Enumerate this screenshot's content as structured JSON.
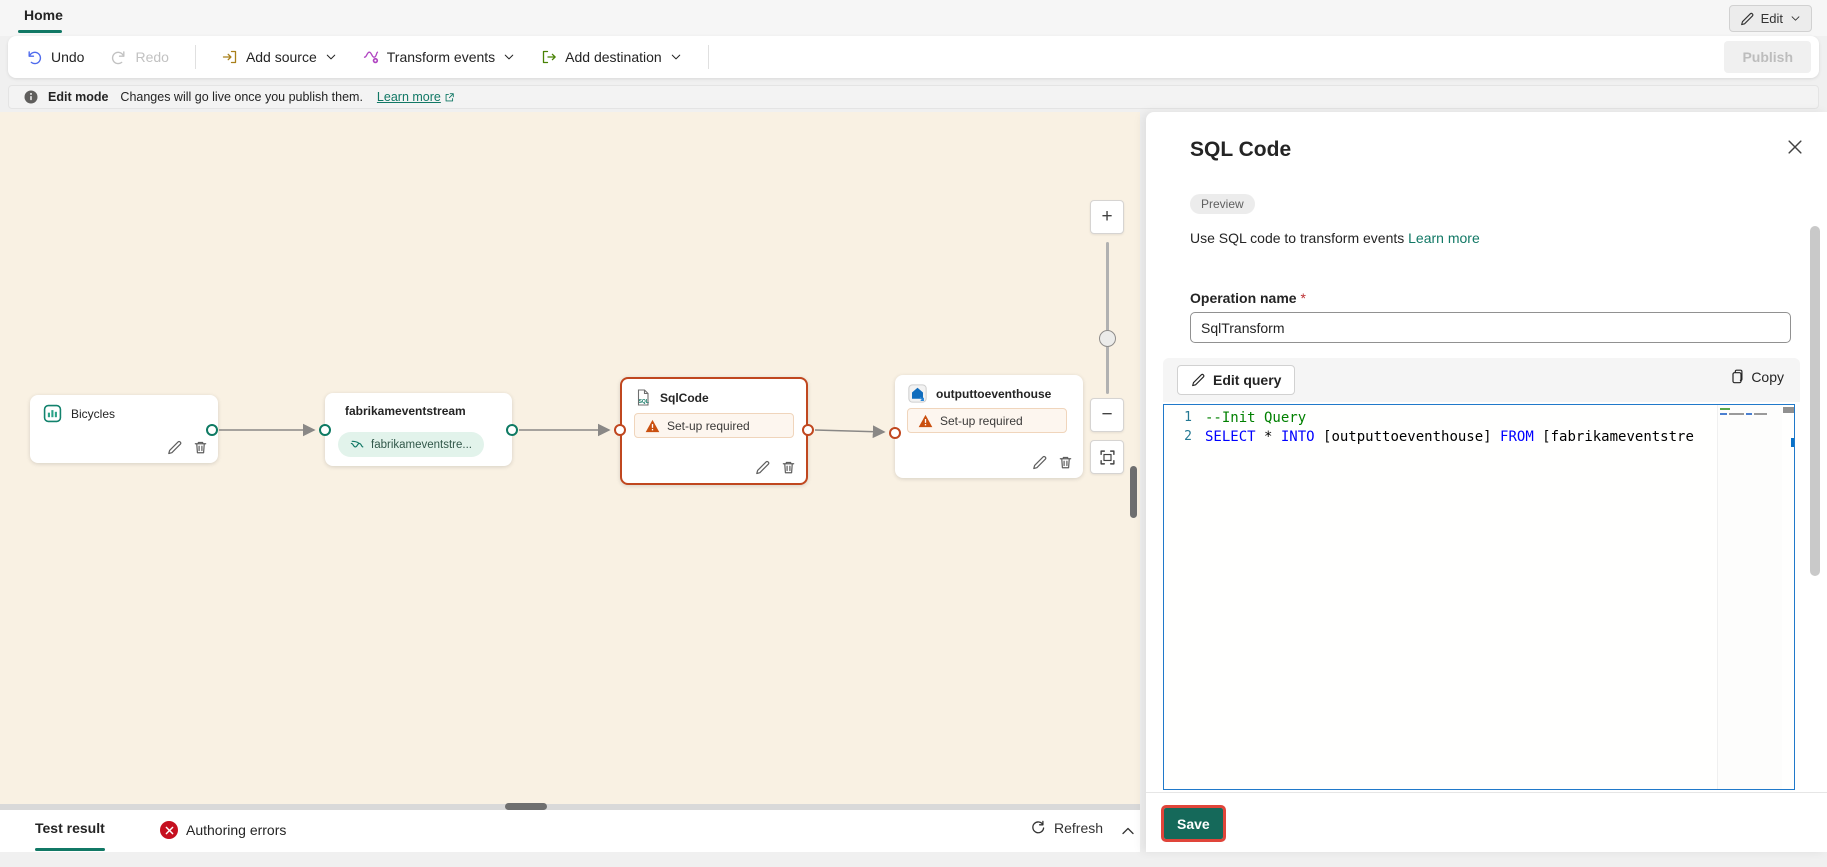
{
  "tabs": {
    "home": "Home"
  },
  "top_right": {
    "edit_label": "Edit"
  },
  "toolbar": {
    "undo": "Undo",
    "redo": "Redo",
    "add_source": "Add source",
    "transform_events": "Transform events",
    "add_destination": "Add destination",
    "publish": "Publish"
  },
  "info_bar": {
    "title": "Edit mode",
    "message": "Changes will go live once you publish them.",
    "learn_more": "Learn more"
  },
  "canvas": {
    "nodes": [
      {
        "name": "Bicycles"
      },
      {
        "name": "fabrikameventstream",
        "pill_label": "fabrikameventstre..."
      },
      {
        "name": "SqlCode",
        "warning": "Set-up required"
      },
      {
        "name": "outputtoeventhouse",
        "warning": "Set-up required"
      }
    ],
    "zoom": {
      "zoom_in": "+",
      "zoom_out": "−"
    }
  },
  "bottom_bar": {
    "test_result": "Test result",
    "authoring_errors": "Authoring errors",
    "refresh": "Refresh"
  },
  "panel": {
    "title": "SQL Code",
    "badge": "Preview",
    "description": "Use SQL code to transform events",
    "learn_more": "Learn more",
    "operation_name_label": "Operation name",
    "required_mark": "*",
    "operation_name_value": "SqlTransform",
    "edit_query": "Edit query",
    "copy": "Copy",
    "save_label": "Save",
    "code": {
      "l1_num": "1",
      "l1_comment": "--Init Query",
      "l2_num": "2",
      "l2_t1": "SELECT",
      "l2_t2": " * ",
      "l2_t3": "INTO",
      "l2_t4": " [outputtoeventhouse] ",
      "l2_t5": "FROM",
      "l2_t6": " [fabrikameventstre"
    }
  },
  "colors": {
    "accent_teal": "#117865",
    "selected_orange": "#c0471f",
    "warning_orange": "#ca5010",
    "error_red": "#c50f1f",
    "save_outline_red": "#e0453a",
    "keyword_blue": "#0000ff",
    "comment_green": "#008000",
    "canvas_cream": "#f9f1e3"
  }
}
